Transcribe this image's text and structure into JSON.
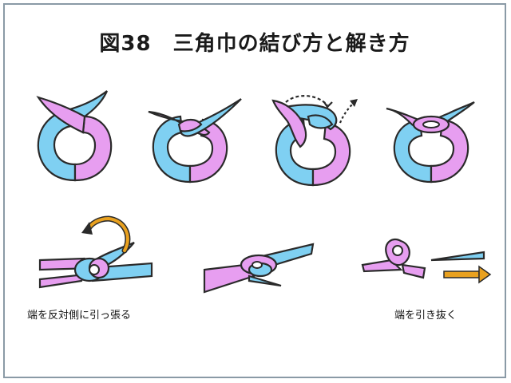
{
  "title": "図38　三角巾の結び方と解き方",
  "captions": {
    "left": "端を反対側に引っ張る",
    "right": "端を引き抜く"
  },
  "colors": {
    "blue": "#7fd0f2",
    "pink": "#e79ef0",
    "arrow_orange": "#e9a11f",
    "frame": "#8a9aa6"
  },
  "icons": [
    "curved-arrow-icon",
    "dashed-arrow-icon",
    "right-arrow-icon"
  ]
}
